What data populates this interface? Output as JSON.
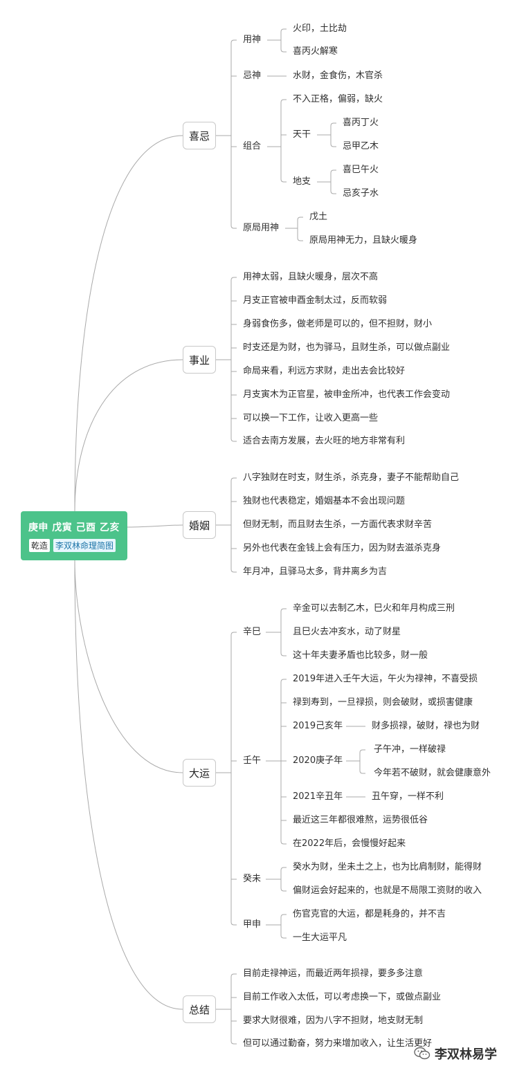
{
  "root": {
    "title": "庚申 戊寅 己酉 乙亥",
    "tag1": "乾造",
    "tag2": "李双林命理简图"
  },
  "cat": {
    "xiji": "喜忌",
    "shiye": "事业",
    "hunyin": "婚姻",
    "dayun": "大运",
    "zongjie": "总结"
  },
  "xiji": {
    "yongshen": "用神",
    "ys1": "火印，土比劫",
    "ys2": "喜丙火解寒",
    "jishen": "忌神",
    "js1": "水财，金食伤，木官杀",
    "zuhe": "组合",
    "zh1": "不入正格，偏弱，缺火",
    "tiangan": "天干",
    "tg1": "喜丙丁火",
    "tg2": "忌甲乙木",
    "dizhi": "地支",
    "dz1": "喜巳午火",
    "dz2": "忌亥子水",
    "yuanju": "原局用神",
    "yj1": "戊土",
    "yj2": "原局用神无力，且缺火暖身"
  },
  "shiye": [
    "用神太弱，且缺火暖身，层次不高",
    "月支正官被申酉金制太过，反而软弱",
    "身弱食伤多，做老师是可以的，但不担财，财小",
    "时支还是为财，也为驿马，且财生杀，可以做点副业",
    "命局来看，利远方求财，走出去会比较好",
    "月支寅木为正官星，被申金所冲，也代表工作会变动",
    "可以换一下工作，让收入更高一些",
    "适合去南方发展，去火旺的地方非常有利"
  ],
  "hunyin": [
    "八字独财在时支，财生杀，杀克身，妻子不能帮助自己",
    "独财也代表稳定，婚姻基本不会出现问题",
    "但财无制，而且财去生杀，一方面代表求财辛苦",
    "另外也代表在金钱上会有压力，因为财去滋杀克身",
    "年月冲，且驿马太多，背井离乡为吉"
  ],
  "dayun": {
    "xinsi": "辛巳",
    "xs": [
      "辛金可以去制乙木，巳火和年月构成三刑",
      "且巳火去冲亥水，动了财星",
      "这十年夫妻矛盾也比较多，财一般"
    ],
    "renwu": "壬午",
    "rw1": "2019年进入壬午大运，午火为禄神，不喜受损",
    "rw2": "禄到寿到，一旦禄损，则会破财，或损害健康",
    "rw3": "2019己亥年",
    "rw3a": "财多损禄，破财，禄也为财",
    "rw4": "2020庚子年",
    "rw4a": "子午冲，一样破禄",
    "rw4b": "今年若不破财，就会健康意外",
    "rw5": "2021辛丑年",
    "rw5a": "丑午穿，一样不利",
    "rw6": "最近这三年都很难熬，运势很低谷",
    "rw7": "在2022年后，会慢慢好起来",
    "guiwei": "癸未",
    "gw": [
      "癸水为财，坐未土之上，也为比肩制财，能得财",
      "偏财运会好起来的，也就是不局限工资财的收入"
    ],
    "jiashen": "甲申",
    "jsh": [
      "伤官克官的大运，都是耗身的，并不吉",
      "一生大运平凡"
    ]
  },
  "zongjie": [
    "目前走禄神运，而最近两年损禄，要多多注意",
    "目前工作收入太低，可以考虑换一下，或做点副业",
    "要求大财很难，因为八字不担财，地支财无制",
    "但可以通过勤奋，努力来增加收入，让生活更好"
  ],
  "watermark": {
    "label": "李双林易学",
    "icon": "wechat-icon"
  },
  "colors": {
    "root": "#4cc38a",
    "line": "#a9a9a9",
    "tag_bg": "#e7f6fd"
  }
}
